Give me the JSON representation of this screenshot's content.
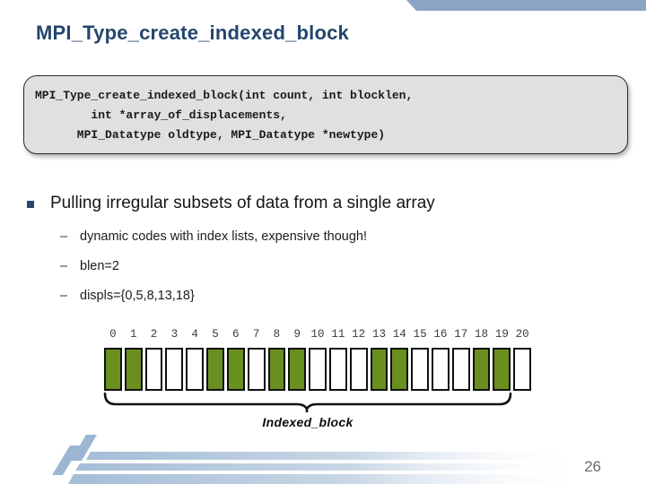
{
  "header": {
    "title": "MPI_Type_create_indexed_block"
  },
  "code_box": {
    "lines": [
      "MPI_Type_create_indexed_block(int count, int blocklen,",
      "        int *array_of_displacements,",
      "      MPI_Datatype oldtype, MPI_Datatype *newtype)"
    ]
  },
  "content": {
    "bullet": "Pulling irregular subsets of data from a single array",
    "dash_glyph": "–",
    "sub_bullets": [
      "dynamic codes with index lists, expensive though!",
      "blen=2",
      "displs={0,5,8,13,18}"
    ]
  },
  "diagram": {
    "cell_indices": [
      0,
      1,
      2,
      3,
      4,
      5,
      6,
      7,
      8,
      9,
      10,
      11,
      12,
      13,
      14,
      15,
      16,
      17,
      18,
      19,
      20
    ],
    "filled_cells": [
      0,
      1,
      5,
      6,
      8,
      9,
      13,
      14,
      18,
      19
    ],
    "brace_label": "Indexed_block",
    "blocklen": 2,
    "displacements": [
      0,
      5,
      8,
      13,
      18
    ]
  },
  "footer": {
    "page_number": "26"
  },
  "colors": {
    "title": "#24466e",
    "corner_bar": "#8aa5c2",
    "cell_filled": "#698f1f",
    "cell_empty": "#ffffff",
    "footer_bar": "#a5bdd7"
  }
}
